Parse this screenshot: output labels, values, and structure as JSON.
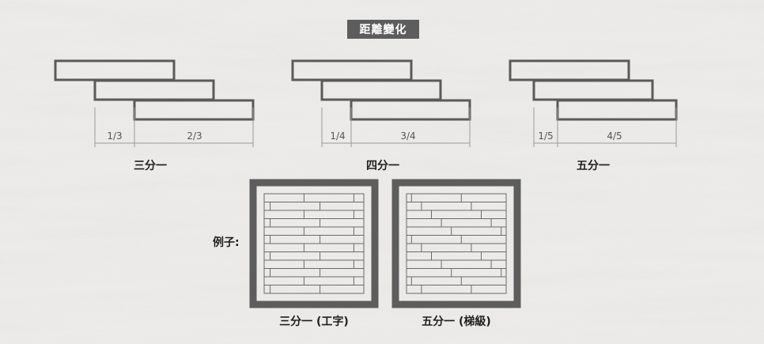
{
  "title": "距離變化",
  "groups": [
    {
      "label": "三分一",
      "fractions": [
        "1/3",
        "2/3"
      ]
    },
    {
      "label": "四分一",
      "fractions": [
        "1/4",
        "3/4"
      ]
    },
    {
      "label": "五分一",
      "fractions": [
        "1/5",
        "4/5"
      ]
    }
  ],
  "examples_label": "例子:",
  "examples": [
    {
      "caption": "三分一 (工字)"
    },
    {
      "caption": "五分一 (梯級)"
    }
  ],
  "colors": {
    "stroke": "#5a5a5a",
    "frame": "#5d5d5d",
    "tag_bg": "#5d5d5d"
  }
}
